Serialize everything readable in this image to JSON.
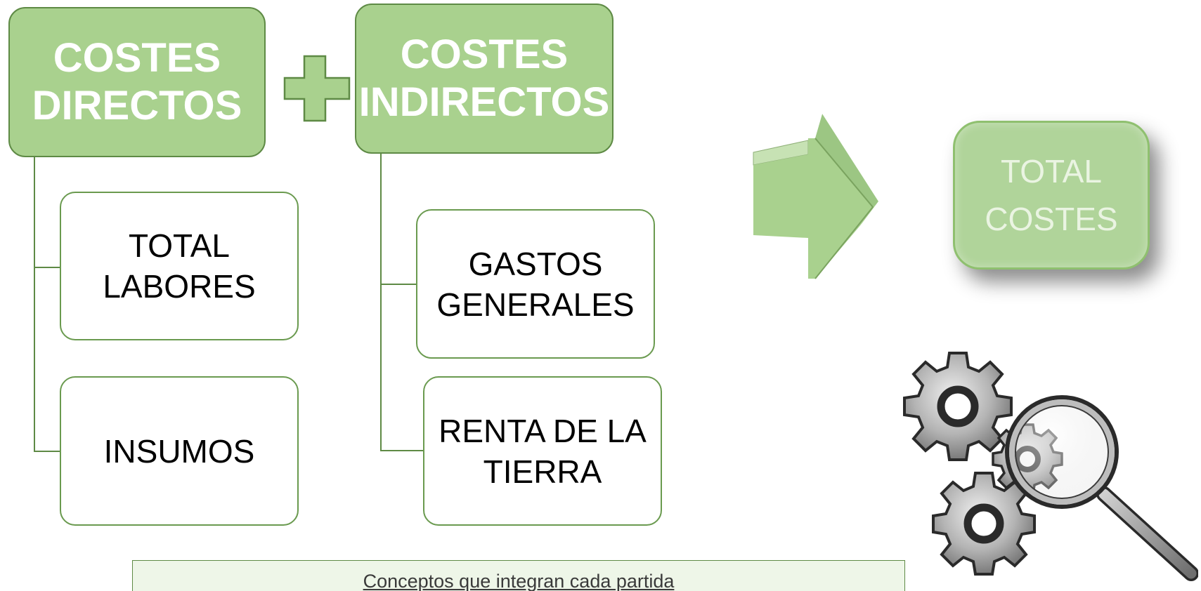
{
  "groups": [
    {
      "header": [
        "COSTES",
        "DIRECTOS"
      ],
      "items": [
        [
          "TOTAL",
          "LABORES"
        ],
        [
          "INSUMOS"
        ]
      ]
    },
    {
      "header": [
        "COSTES",
        "INDIRECTOS"
      ],
      "items": [
        [
          "GASTOS",
          "GENERALES"
        ],
        [
          "RENTA DE LA",
          "TIERRA"
        ]
      ]
    }
  ],
  "result": [
    "TOTAL",
    "COSTES"
  ],
  "caption": "Conceptos que integran cada partida",
  "colors": {
    "header_fill": "#a9d18e",
    "header_border": "#5e8a45",
    "plus_fill": "#a9d18e",
    "arrow_fill": "#a9d18e",
    "caption_fill": "#eef6e8"
  },
  "icons": {
    "operator": "plus-icon",
    "flow": "arrow-right-icon",
    "illustration": "gears-magnifier-icon"
  }
}
